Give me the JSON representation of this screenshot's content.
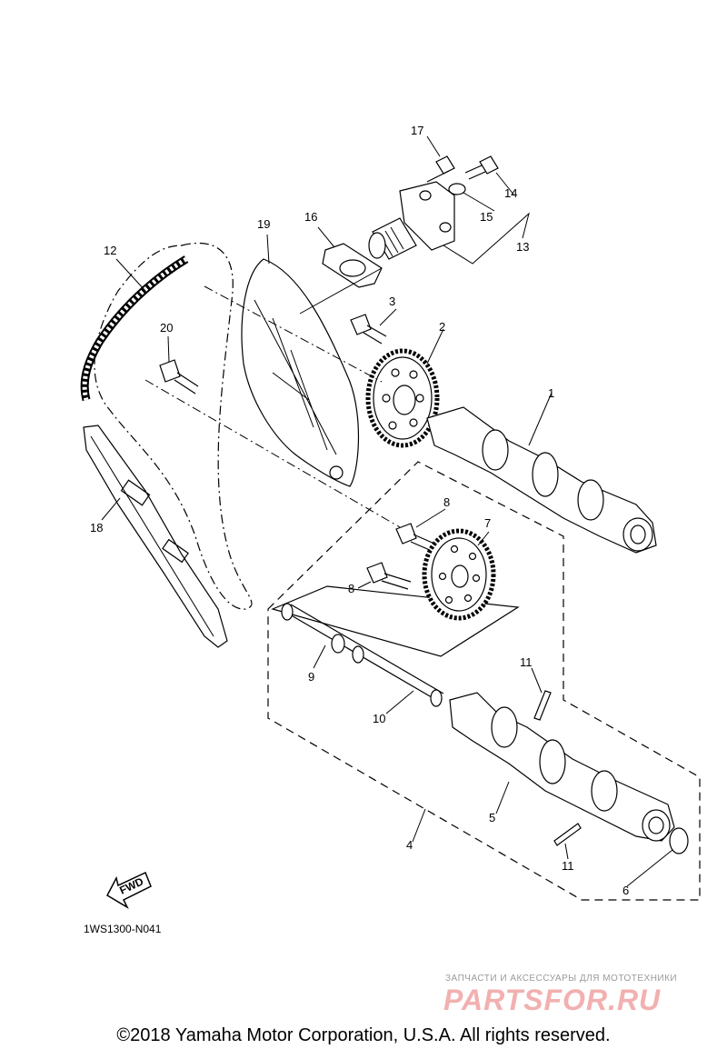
{
  "diagram": {
    "ref_code": "1WS1300-N041",
    "fwd_label": "FWD",
    "callouts": {
      "c1": "1",
      "c2": "2",
      "c3": "3",
      "c4": "4",
      "c5": "5",
      "c6": "6",
      "c7": "7",
      "c8a": "8",
      "c8b": "8",
      "c9": "9",
      "c10": "10",
      "c11a": "11",
      "c11b": "11",
      "c12": "12",
      "c13": "13",
      "c14": "14",
      "c15": "15",
      "c16": "16",
      "c17": "17",
      "c18": "18",
      "c19": "19",
      "c20": "20"
    }
  },
  "watermark": {
    "small": "ЗАПЧАСТИ И АКСЕССУАРЫ ДЛЯ МОТОТЕХНИКИ",
    "brand": "PARTSFOR.RU"
  },
  "copyright": "©2018 Yamaha Motor Corporation, U.S.A. All rights reserved.",
  "colors": {
    "ink": "#000000",
    "watermark": "#f2b0b0"
  }
}
